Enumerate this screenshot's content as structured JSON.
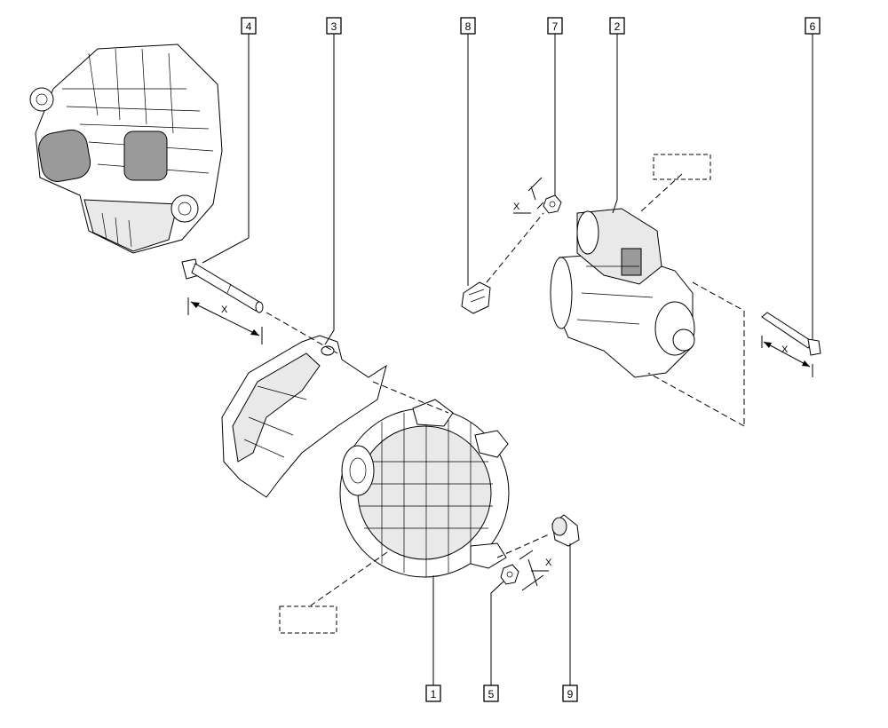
{
  "callouts": {
    "c1": "1",
    "c2": "2",
    "c3": "3",
    "c4": "4",
    "c5": "5",
    "c6": "6",
    "c7": "7",
    "c8": "8",
    "c9": "9"
  },
  "dimensions": {
    "bolt4": "X",
    "nut7": "X",
    "bolt6": "X",
    "nut5": "X"
  }
}
